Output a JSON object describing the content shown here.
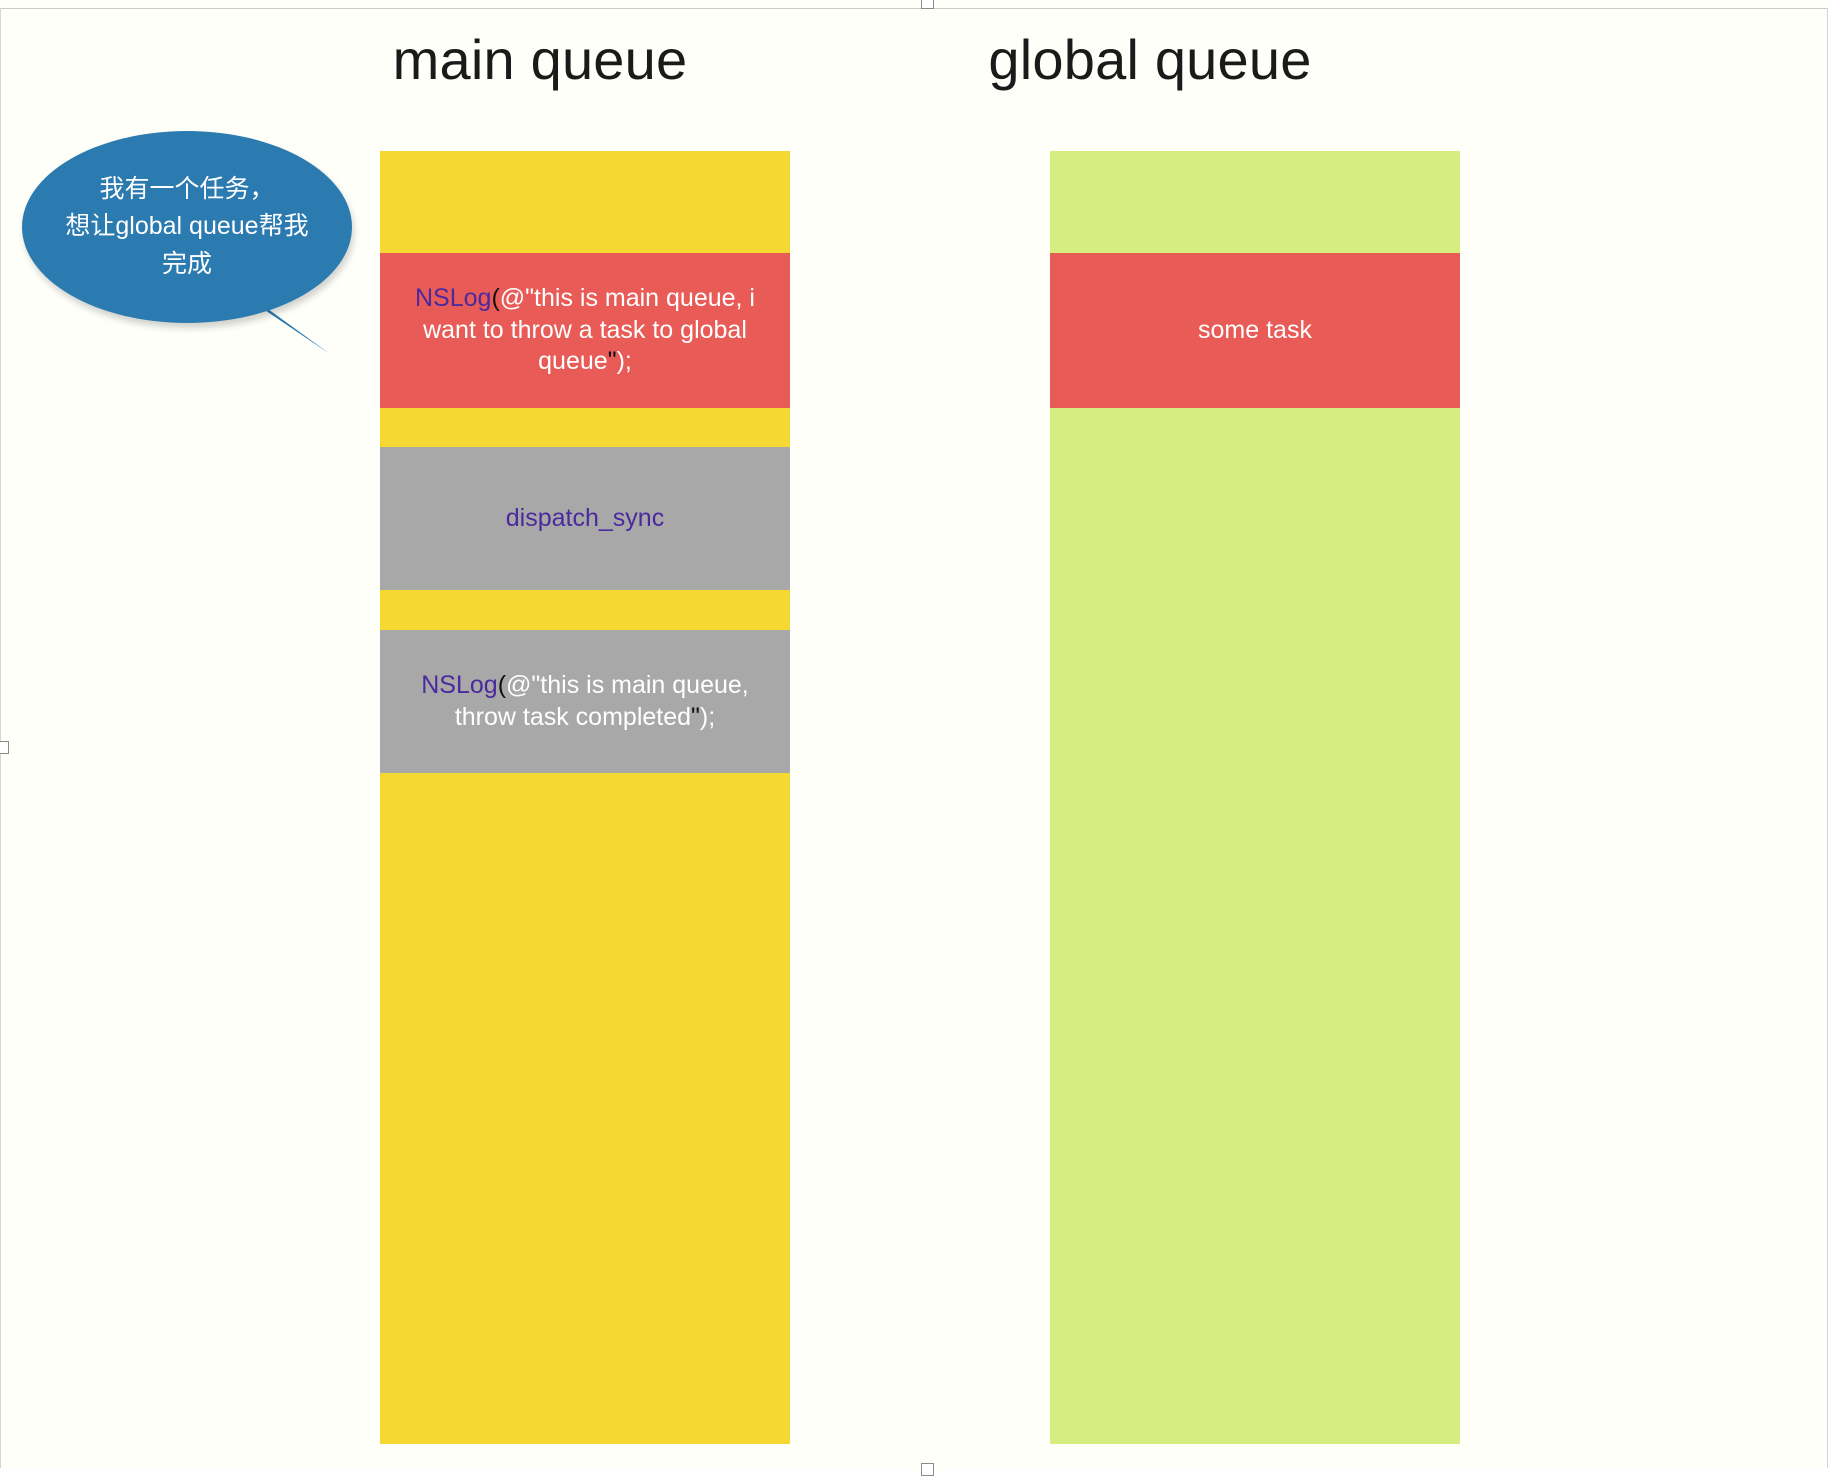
{
  "slide": {
    "background_color": "#fffffa",
    "columns": [
      {
        "key": "main",
        "title": "main queue",
        "blocks": [
          {
            "id": "main-idle-1",
            "kind": "idle",
            "color": "#f5d831",
            "label": ""
          },
          {
            "id": "main-nslog-1",
            "kind": "task",
            "color": "#e85b57",
            "fn": "NSLog",
            "rest": "(@\"this is main queue, i want to throw a task to global queue\");",
            "text": "NSLog(@\"this is main queue, i want to throw a task to global queue\");"
          },
          {
            "id": "main-idle-2",
            "kind": "idle",
            "color": "#f5d831",
            "label": ""
          },
          {
            "id": "main-dispatch",
            "kind": "block",
            "color": "#a8a8a8",
            "text": "dispatch_sync"
          },
          {
            "id": "main-idle-3",
            "kind": "idle",
            "color": "#f5d831",
            "label": ""
          },
          {
            "id": "main-nslog-2",
            "kind": "block",
            "color": "#a8a8a8",
            "fn": "NSLog",
            "rest": "(@\"this is main queue, throw task completed\");",
            "text": "NSLog(@\"this is main queue, throw task completed\");"
          },
          {
            "id": "main-idle-4",
            "kind": "idle",
            "color": "#f5d831",
            "label": ""
          }
        ]
      },
      {
        "key": "global",
        "title": "global queue",
        "blocks": [
          {
            "id": "global-idle-1",
            "kind": "idle",
            "color": "#d6ed80",
            "label": ""
          },
          {
            "id": "global-task",
            "kind": "task",
            "color": "#e85b57",
            "text": "some task"
          },
          {
            "id": "global-idle-2",
            "kind": "idle",
            "color": "#d6ed80",
            "label": ""
          }
        ]
      }
    ],
    "callout": {
      "text": "我有一个任务，\n想让global queue帮我\n完成",
      "fill_color": "#2b7bb0",
      "text_color": "#ffffff",
      "points_to": "main-nslog-1"
    },
    "palette": {
      "main_queue_idle": "#f5d831",
      "global_queue_idle": "#d6ed80",
      "task_red": "#e85b57",
      "blocked_gray": "#a8a8a8",
      "callout_blue": "#2b7bb0",
      "code_purple": "#4b2a9e",
      "text_white": "#ffffff",
      "title_black": "#1a1a1a"
    }
  }
}
